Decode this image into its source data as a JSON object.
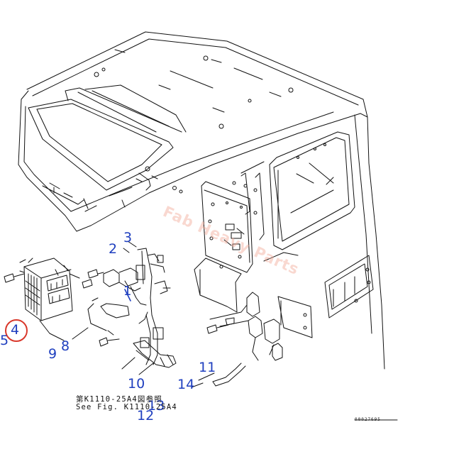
{
  "callouts": {
    "c1": "1",
    "c2": "2",
    "c3": "3",
    "c4": "4",
    "c5": "5",
    "c8": "8",
    "c9": "9",
    "c10": "10",
    "c11": "11",
    "c12": "12",
    "c13": "13",
    "c14": "14"
  },
  "note": {
    "line1": "第K1110-25A4図参照",
    "line2": "See Fig. K1110-25A4"
  },
  "drawing_number": "00027695",
  "watermark": "Fab Heavy Parts",
  "colors": {
    "line": "#111111",
    "callout": "#1f3fbf",
    "highlight_circle": "#d9382b",
    "watermark": "#f2a896"
  }
}
